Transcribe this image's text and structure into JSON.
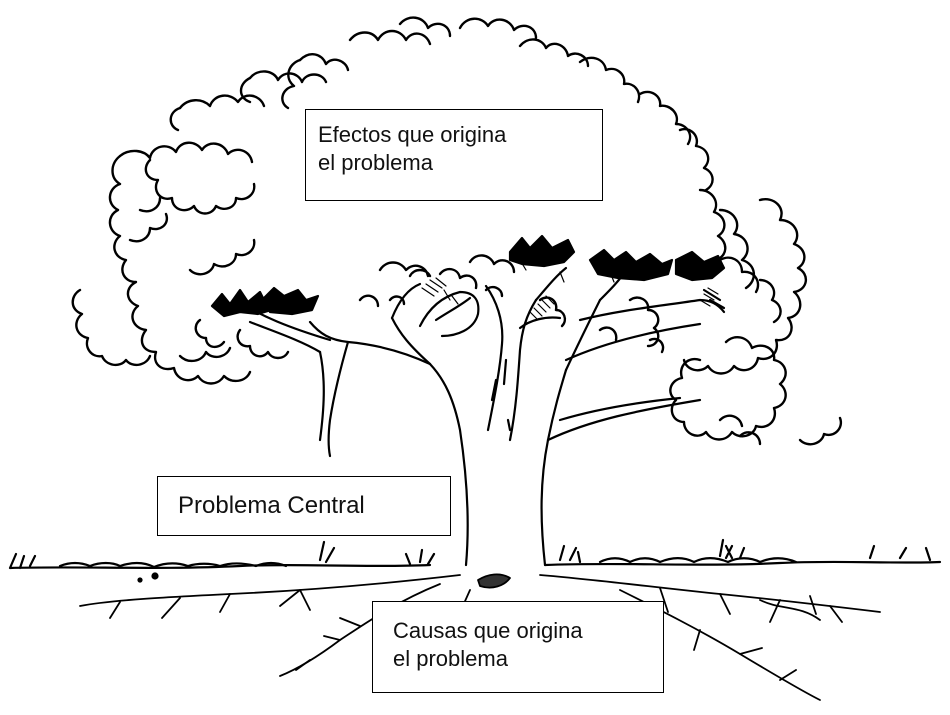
{
  "colors": {
    "ink": "#000000",
    "paper": "#ffffff"
  },
  "icons": {
    "tree": "problem-tree-illustration"
  },
  "labels": {
    "effects": {
      "line1": "Efectos que origina",
      "line2": "el problema"
    },
    "central": {
      "text": "Problema Central"
    },
    "causes": {
      "line1": "Causas que origina",
      "line2": "el problema"
    }
  }
}
